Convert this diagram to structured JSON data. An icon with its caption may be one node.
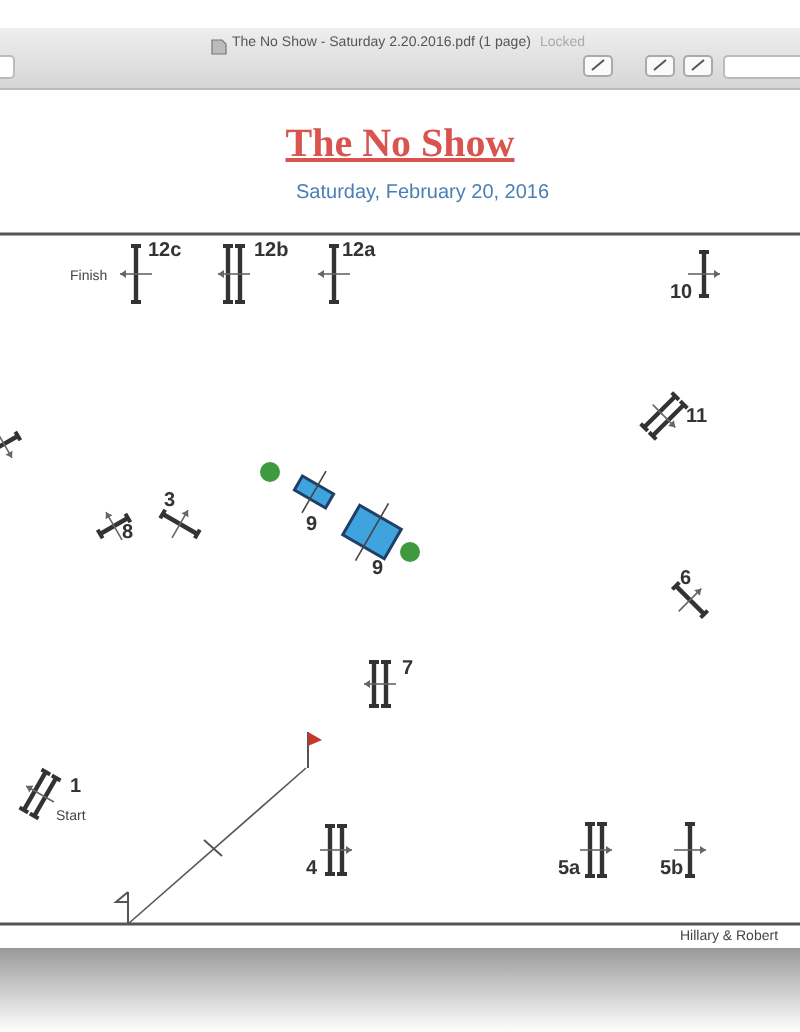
{
  "diagram": {
    "title": "The No Show",
    "labels": [
      "The No Show - Saturday 2.20.2016.pdf (1 page)",
      "Locked",
      "Saturday, February 20, 2016",
      "Finish",
      "12c",
      "12b",
      "12a",
      "10",
      "11",
      "3",
      "8",
      "9",
      "9",
      "6",
      "7",
      "1",
      "Start",
      "4",
      "5a",
      "5b",
      "Hillary & Robert"
    ]
  }
}
